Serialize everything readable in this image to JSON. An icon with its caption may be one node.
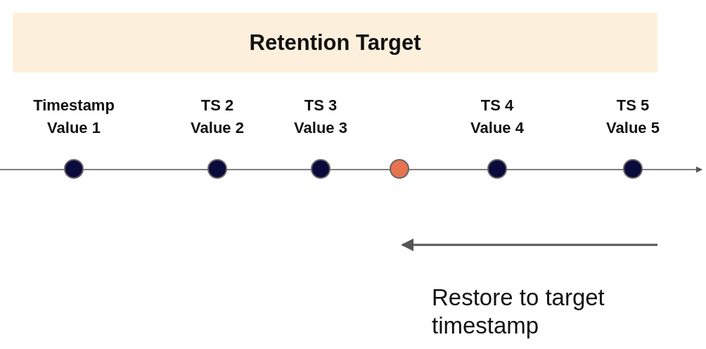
{
  "diagram": {
    "nodes": [
      {
        "text": [
          "Retention Target"
        ]
      },
      {
        "text": [],
        "shape": "circle",
        "beside": [
          "Timestamp Value 1"
        ]
      },
      {
        "text": [],
        "shape": "circle",
        "beside": [
          "TS 2 Value 2"
        ]
      },
      {
        "text": [],
        "shape": "circle",
        "beside": [
          "TS 3 Value 3"
        ]
      },
      {
        "text": [],
        "shape": "circle"
      },
      {
        "text": [],
        "shape": "circle",
        "beside": [
          "TS 4 Value 4"
        ]
      },
      {
        "text": [],
        "shape": "circle",
        "beside": [
          "TS 5 Value 5"
        ]
      }
    ],
    "edges": [],
    "labels": [
      "Restore to target timestamp"
    ]
  }
}
